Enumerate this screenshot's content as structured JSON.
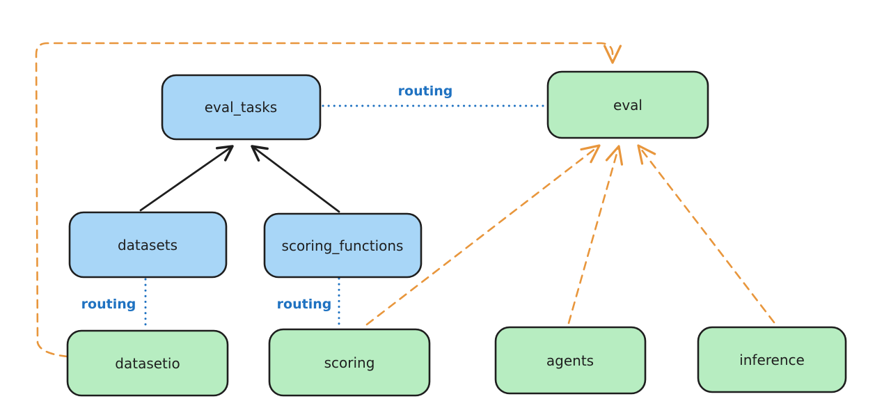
{
  "colors": {
    "background": "#ffffff",
    "node_border": "#1e1e1e",
    "blue_node_fill": "#a8d6f7",
    "green_node_fill": "#b7edc1",
    "solid_arrow_black": "#1e1e1e",
    "dashed_arrow_orange": "#e8963c",
    "routing_blue": "#1f72c1"
  },
  "nodes": [
    {
      "id": "eval_tasks",
      "label": "eval_tasks",
      "fill": "blue"
    },
    {
      "id": "eval",
      "label": "eval",
      "fill": "green"
    },
    {
      "id": "datasets",
      "label": "datasets",
      "fill": "blue"
    },
    {
      "id": "scoring_functions",
      "label": "scoring_functions",
      "fill": "blue"
    },
    {
      "id": "datasetio",
      "label": "datasetio",
      "fill": "green"
    },
    {
      "id": "scoring",
      "label": "scoring",
      "fill": "green"
    },
    {
      "id": "agents",
      "label": "agents",
      "fill": "green"
    },
    {
      "id": "inference",
      "label": "inference",
      "fill": "green"
    }
  ],
  "edge_labels": {
    "routing_top": "routing",
    "routing_datasets": "routing",
    "routing_scoring": "routing"
  },
  "edges": [
    {
      "from": "datasets",
      "to": "eval_tasks",
      "style": "solid-black-arrow"
    },
    {
      "from": "scoring_functions",
      "to": "eval_tasks",
      "style": "solid-black-arrow"
    },
    {
      "from": "eval_tasks",
      "to": "eval",
      "style": "dotted-blue",
      "label": "routing"
    },
    {
      "from": "datasets",
      "to": "datasetio",
      "style": "dotted-blue",
      "label": "routing"
    },
    {
      "from": "scoring_functions",
      "to": "scoring",
      "style": "dotted-blue",
      "label": "routing"
    },
    {
      "from": "datasetio",
      "to": "eval",
      "style": "dashed-orange-arrow"
    },
    {
      "from": "scoring",
      "to": "eval",
      "style": "dashed-orange-arrow"
    },
    {
      "from": "agents",
      "to": "eval",
      "style": "dashed-orange-arrow"
    },
    {
      "from": "inference",
      "to": "eval",
      "style": "dashed-orange-arrow"
    }
  ]
}
